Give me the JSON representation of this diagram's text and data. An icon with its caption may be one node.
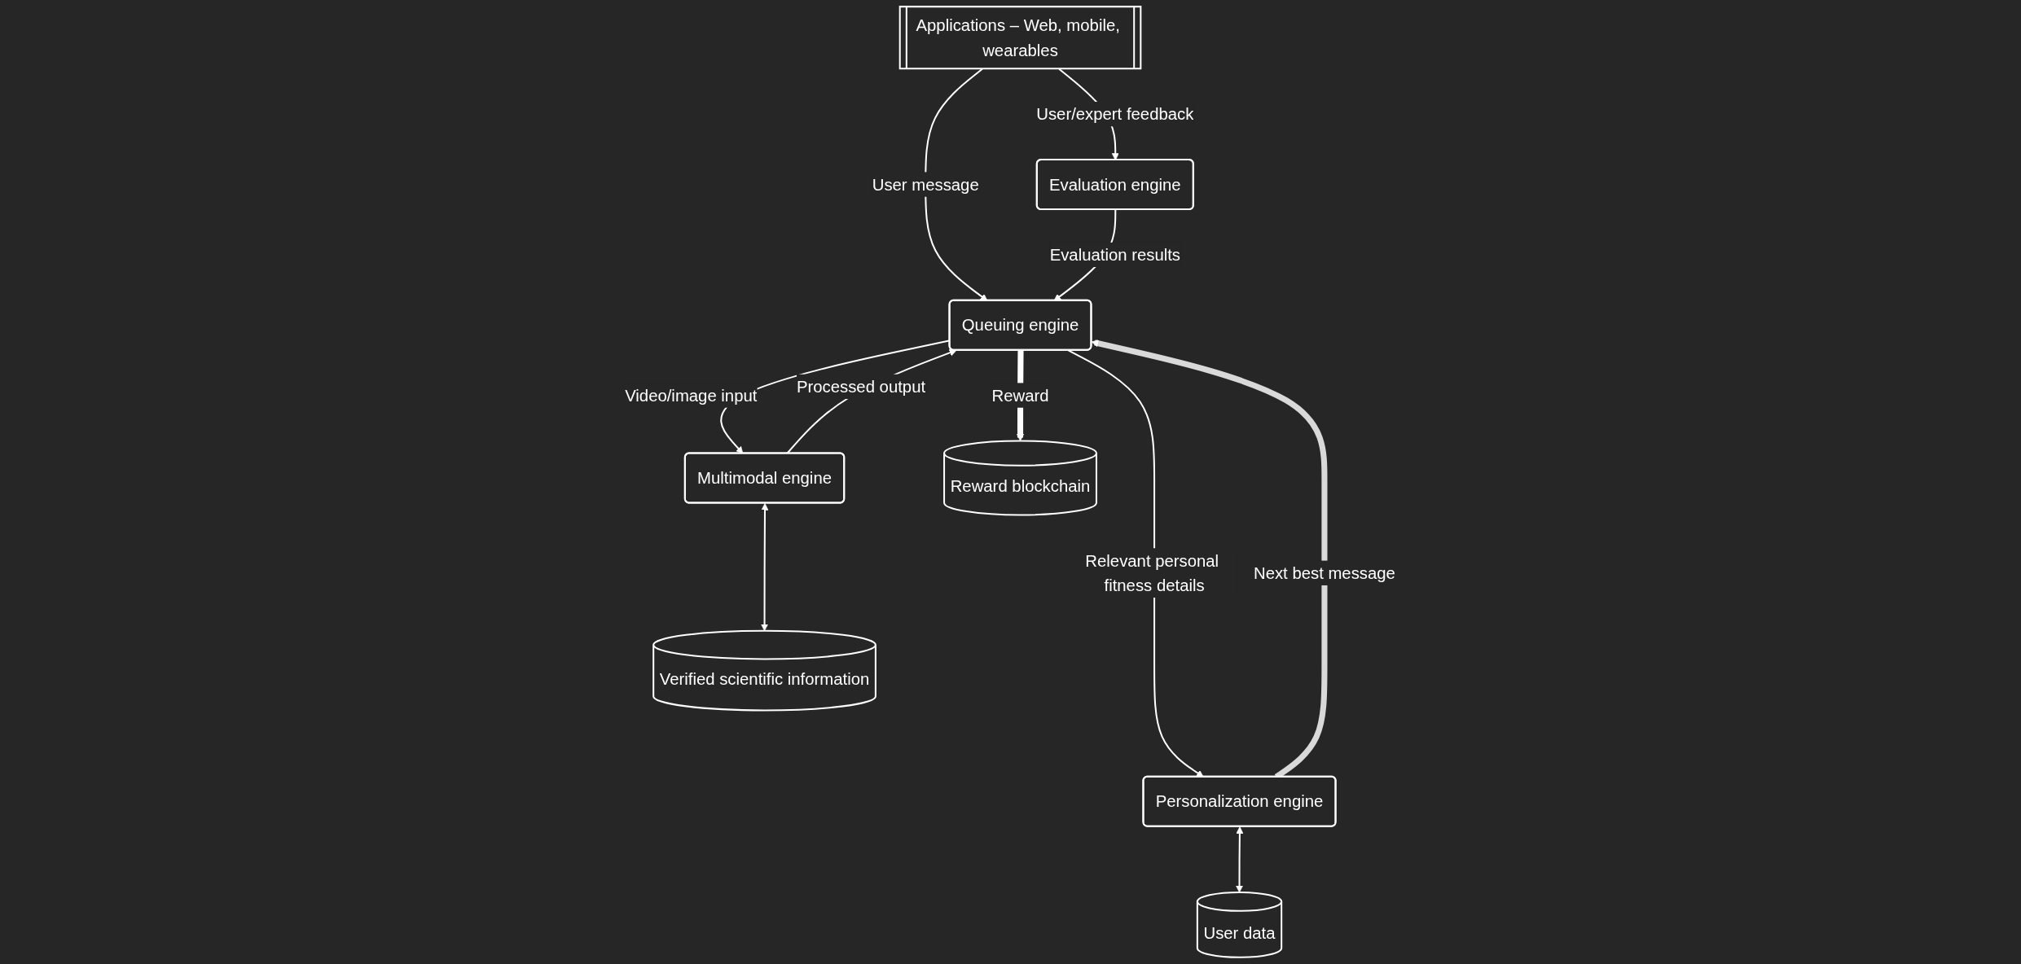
{
  "diagram": {
    "nodes": [
      {
        "text": [
          "Applications – Web, mobile, wearables"
        ]
      },
      {
        "text": [
          "Queuing engine"
        ]
      },
      {
        "text": [
          "Personalization engine"
        ]
      },
      {
        "text": [
          "Multimodal engine"
        ]
      },
      {
        "text": [
          "Evaluation engine"
        ]
      },
      {
        "text": [
          "User data"
        ]
      },
      {
        "text": [
          "Verified scientific information"
        ]
      },
      {
        "text": [
          "Reward blockchain"
        ]
      }
    ],
    "edges": [
      {
        "from": 0,
        "to": 1,
        "arrow": "to",
        "label": "User message"
      },
      {
        "from": 0,
        "to": 4,
        "arrow": "to",
        "label": "User/expert feedback"
      },
      {
        "from": 1,
        "to": 2,
        "arrow": "to",
        "label": "Relevant personal fitness details"
      },
      {
        "from": 2,
        "to": 1,
        "arrow": "to",
        "label": "Next best message",
        "style": "thick",
        "color": "#d9d9d9"
      },
      {
        "from": 1,
        "to": 3,
        "arrow": "to",
        "label": "Video/image input"
      },
      {
        "from": 3,
        "to": 1,
        "arrow": "to",
        "label": "Processed output"
      },
      {
        "from": 4,
        "to": 1,
        "arrow": "to",
        "label": "Evaluation results"
      },
      {
        "from": 2,
        "to": 5,
        "arrow": "both"
      },
      {
        "from": 3,
        "to": 6,
        "arrow": "both"
      },
      {
        "from": 1,
        "to": 7,
        "arrow": "to",
        "label": "Reward",
        "style": "thick"
      }
    ]
  }
}
